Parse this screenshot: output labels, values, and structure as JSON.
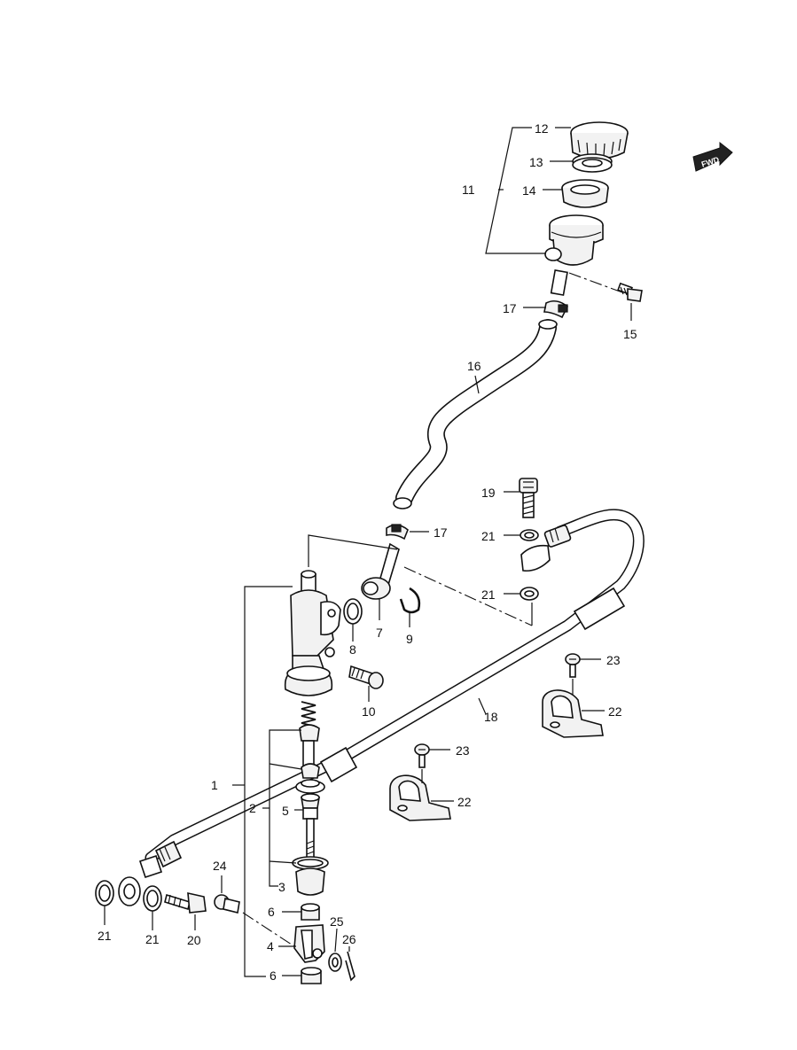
{
  "badge": {
    "text": "FWD"
  },
  "callouts": [
    {
      "id": "c12",
      "text": "12"
    },
    {
      "id": "c13",
      "text": "13"
    },
    {
      "id": "c11",
      "text": "11"
    },
    {
      "id": "c14",
      "text": "14"
    },
    {
      "id": "c17a",
      "text": "17"
    },
    {
      "id": "c15",
      "text": "15"
    },
    {
      "id": "c16",
      "text": "16"
    },
    {
      "id": "c19",
      "text": "19"
    },
    {
      "id": "c17b",
      "text": "17"
    },
    {
      "id": "c21a",
      "text": "21"
    },
    {
      "id": "c21b",
      "text": "21"
    },
    {
      "id": "c8",
      "text": "8"
    },
    {
      "id": "c7",
      "text": "7"
    },
    {
      "id": "c9",
      "text": "9"
    },
    {
      "id": "c23a",
      "text": "23"
    },
    {
      "id": "c10",
      "text": "10"
    },
    {
      "id": "c18",
      "text": "18"
    },
    {
      "id": "c22a",
      "text": "22"
    },
    {
      "id": "c23b",
      "text": "23"
    },
    {
      "id": "c1",
      "text": "1"
    },
    {
      "id": "c2",
      "text": "2"
    },
    {
      "id": "c5",
      "text": "5"
    },
    {
      "id": "c22b",
      "text": "22"
    },
    {
      "id": "c3",
      "text": "3"
    },
    {
      "id": "c24",
      "text": "24"
    },
    {
      "id": "c6a",
      "text": "6"
    },
    {
      "id": "c25",
      "text": "25"
    },
    {
      "id": "c26",
      "text": "26"
    },
    {
      "id": "c4",
      "text": "4"
    },
    {
      "id": "c21c",
      "text": "21"
    },
    {
      "id": "c21d",
      "text": "21"
    },
    {
      "id": "c20",
      "text": "20"
    },
    {
      "id": "c6b",
      "text": "6"
    }
  ]
}
